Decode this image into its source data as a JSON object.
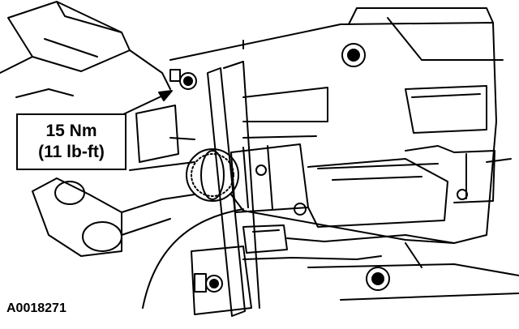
{
  "callout": {
    "torque_metric": "15 Nm",
    "torque_imperial": "(11 lb-ft)"
  },
  "figure_id": "A0018271"
}
